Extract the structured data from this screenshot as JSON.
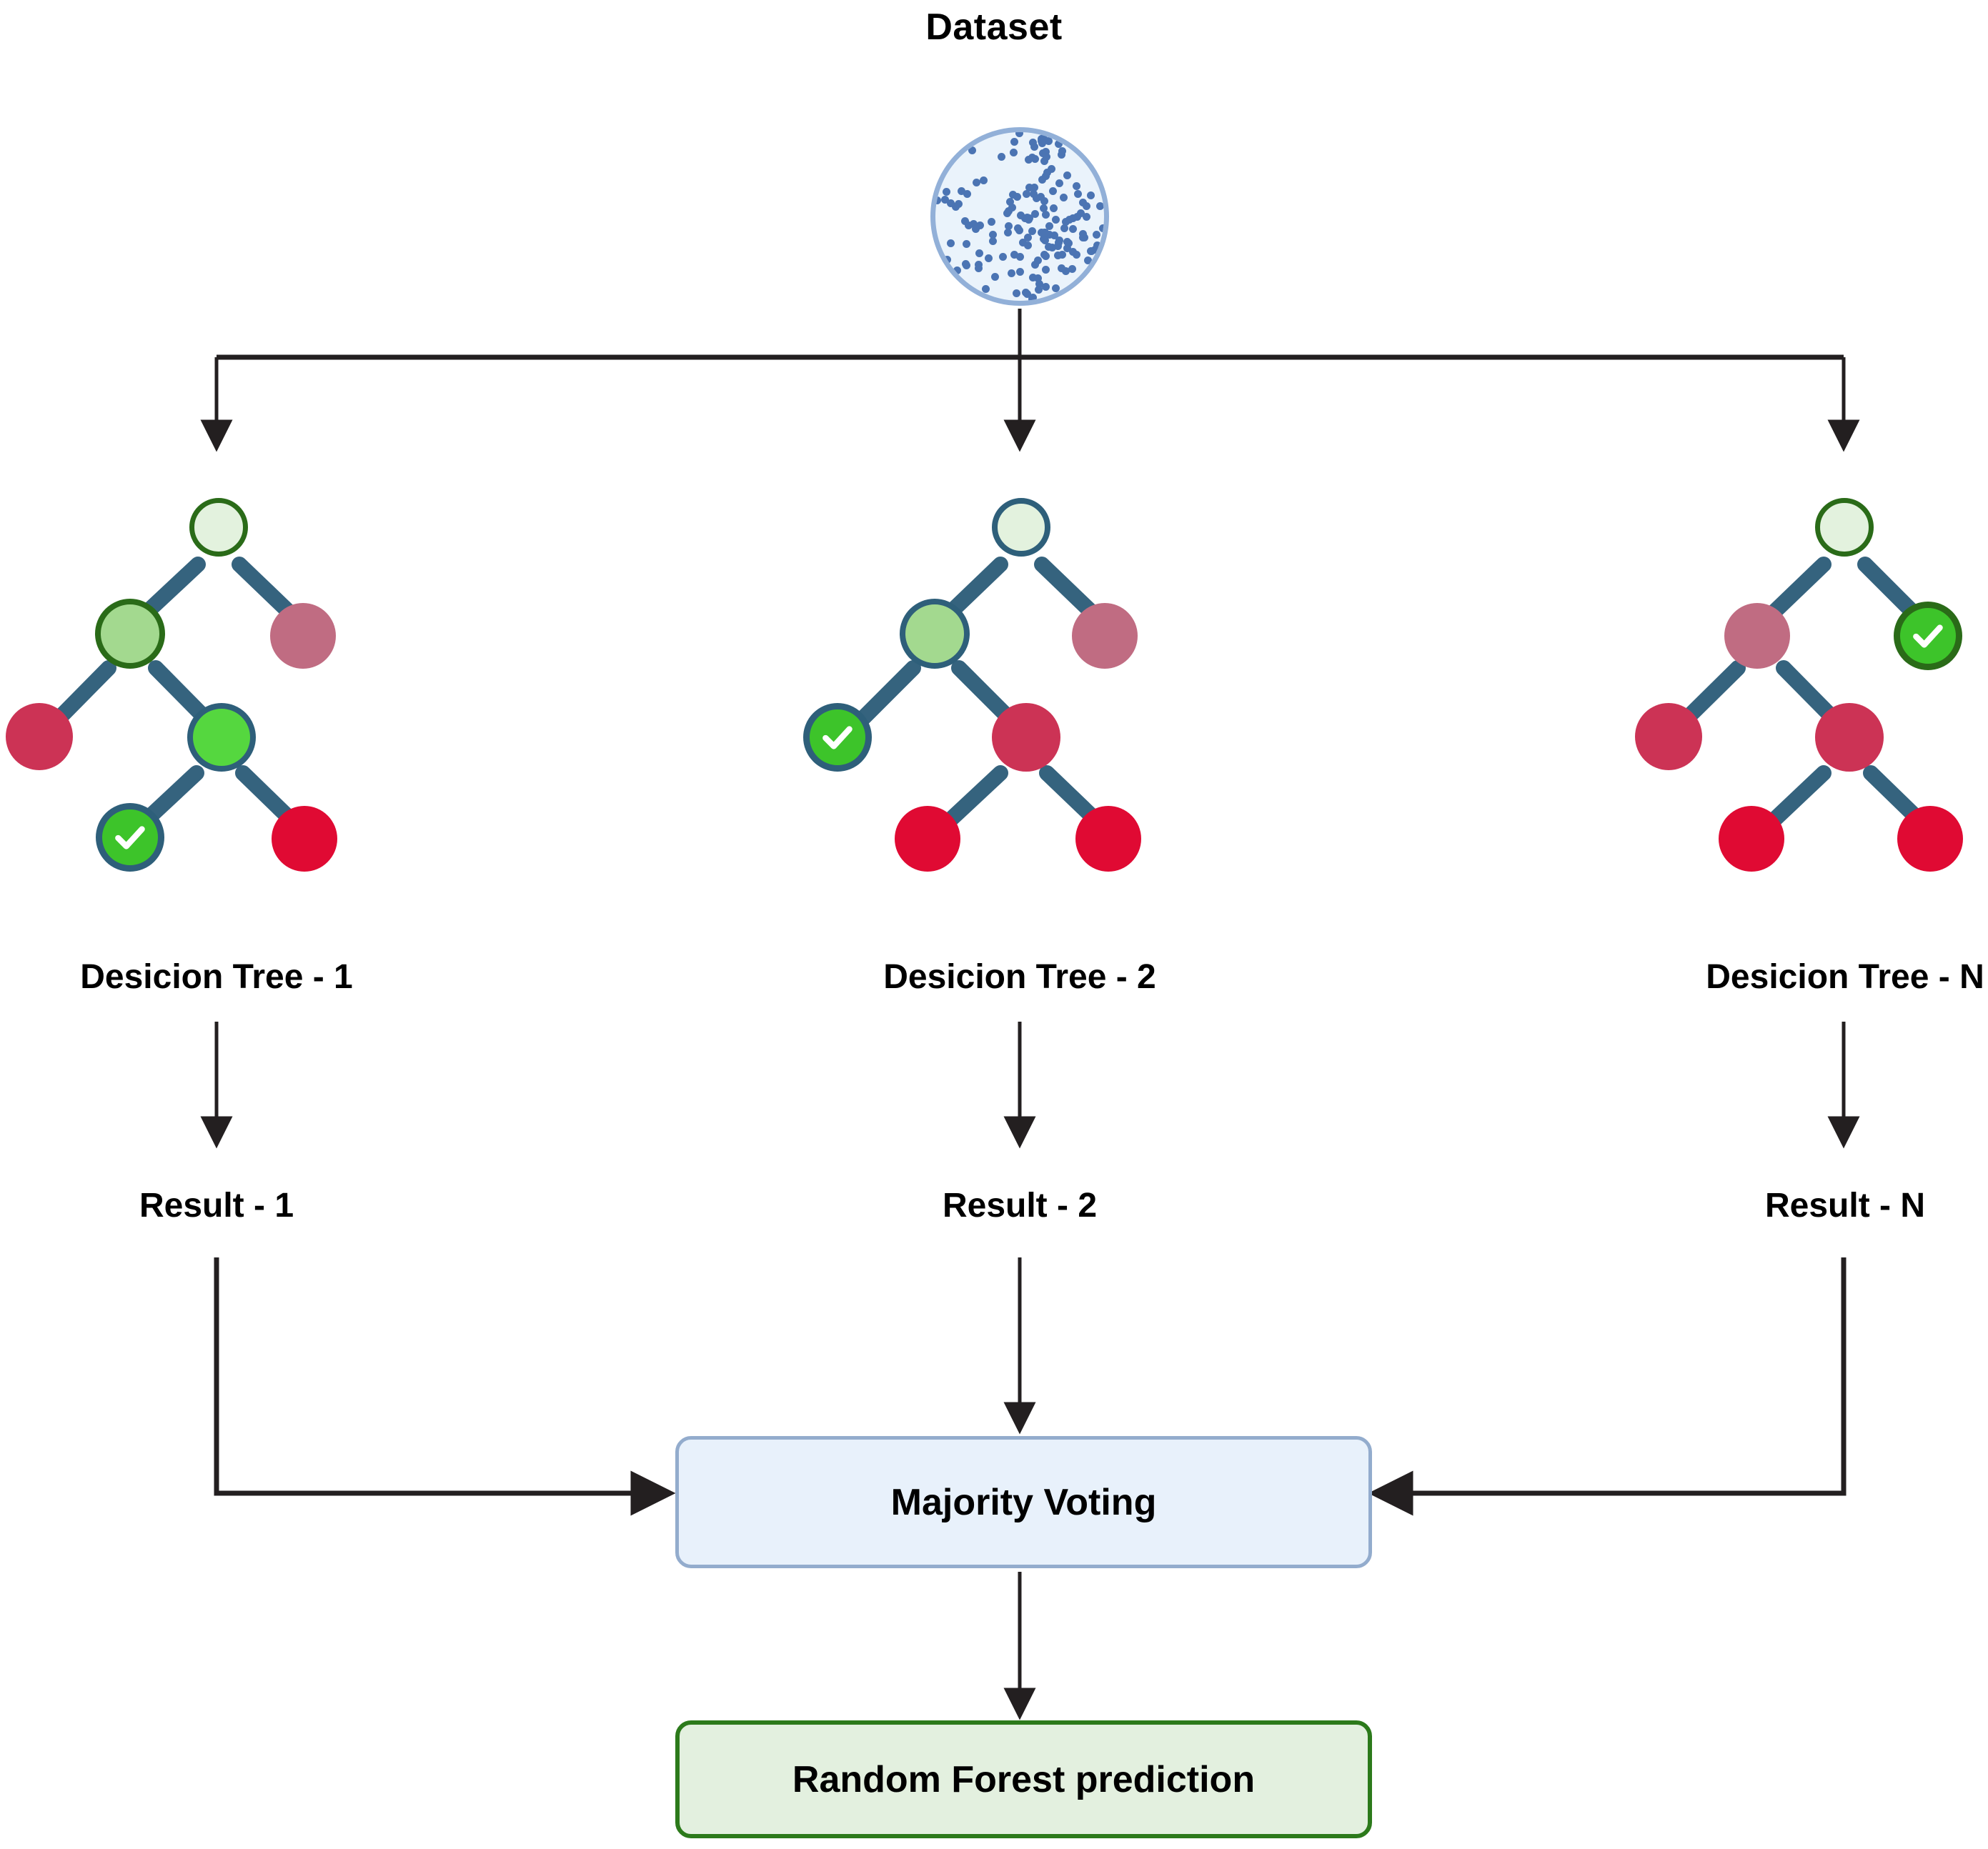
{
  "diagram": {
    "title": "Dataset",
    "type": "random-forest-flowchart"
  },
  "dataset": {
    "label": "Dataset",
    "icon": "dataset-scatter-circle",
    "fill": "#eaf3fb",
    "stroke": "#92b0d8",
    "dot_color": "#4b74b3",
    "dot_count": 160
  },
  "palette": {
    "node_light_green_fill": "#e3f2de",
    "node_mid_green_fill": "#a3d98f",
    "node_bright_green_fill": "#3dc42a",
    "node_rose_fill": "#c06c82",
    "node_crimson_fill": "#cc3355",
    "node_red_fill": "#e00a33",
    "border_dark_green": "#2a6b18",
    "border_dark_blue": "#2e5f7a",
    "edge_color": "#35637e",
    "arrow_color": "#231f20",
    "voting_fill": "#e8f1fb",
    "voting_stroke": "#93accd",
    "prediction_fill": "#e3f0df",
    "prediction_stroke": "#2c7a1b"
  },
  "trees": [
    {
      "label": "Desicion Tree - 1",
      "result_label": "Result - 1",
      "nodes": [
        {
          "name": "root",
          "kind": "light-green",
          "border": "dark-green"
        },
        {
          "name": "left-child",
          "kind": "mid-green",
          "border": "dark-green"
        },
        {
          "name": "right-child",
          "kind": "rose",
          "border": "none"
        },
        {
          "name": "leaf-left",
          "kind": "crimson",
          "border": "none"
        },
        {
          "name": "inner-right",
          "kind": "bright-green",
          "border": "dark-blue"
        },
        {
          "name": "leaf-check",
          "kind": "check",
          "border": "dark-blue"
        },
        {
          "name": "leaf-right",
          "kind": "red",
          "border": "none"
        }
      ]
    },
    {
      "label": "Desicion Tree - 2",
      "result_label": "Result - 2",
      "nodes": [
        {
          "name": "root",
          "kind": "light-green",
          "border": "dark-blue"
        },
        {
          "name": "left-child",
          "kind": "mid-green",
          "border": "dark-blue"
        },
        {
          "name": "right-child",
          "kind": "rose",
          "border": "none"
        },
        {
          "name": "leaf-check",
          "kind": "check",
          "border": "dark-blue"
        },
        {
          "name": "inner-right",
          "kind": "crimson",
          "border": "none"
        },
        {
          "name": "leaf-left",
          "kind": "red",
          "border": "none"
        },
        {
          "name": "leaf-right",
          "kind": "red",
          "border": "none"
        }
      ]
    },
    {
      "label": "Desicion Tree - N",
      "result_label": "Result - N",
      "nodes": [
        {
          "name": "root",
          "kind": "light-green",
          "border": "dark-green"
        },
        {
          "name": "left-child",
          "kind": "rose",
          "border": "none"
        },
        {
          "name": "leaf-check",
          "kind": "check",
          "border": "dark-green"
        },
        {
          "name": "leaf-left",
          "kind": "crimson",
          "border": "none"
        },
        {
          "name": "inner-right",
          "kind": "crimson",
          "border": "none"
        },
        {
          "name": "leaf-red-1",
          "kind": "red",
          "border": "none"
        },
        {
          "name": "leaf-red-2",
          "kind": "red",
          "border": "none"
        }
      ]
    }
  ],
  "voting": {
    "label": "Majority Voting"
  },
  "prediction": {
    "label": "Random Forest prediction"
  }
}
